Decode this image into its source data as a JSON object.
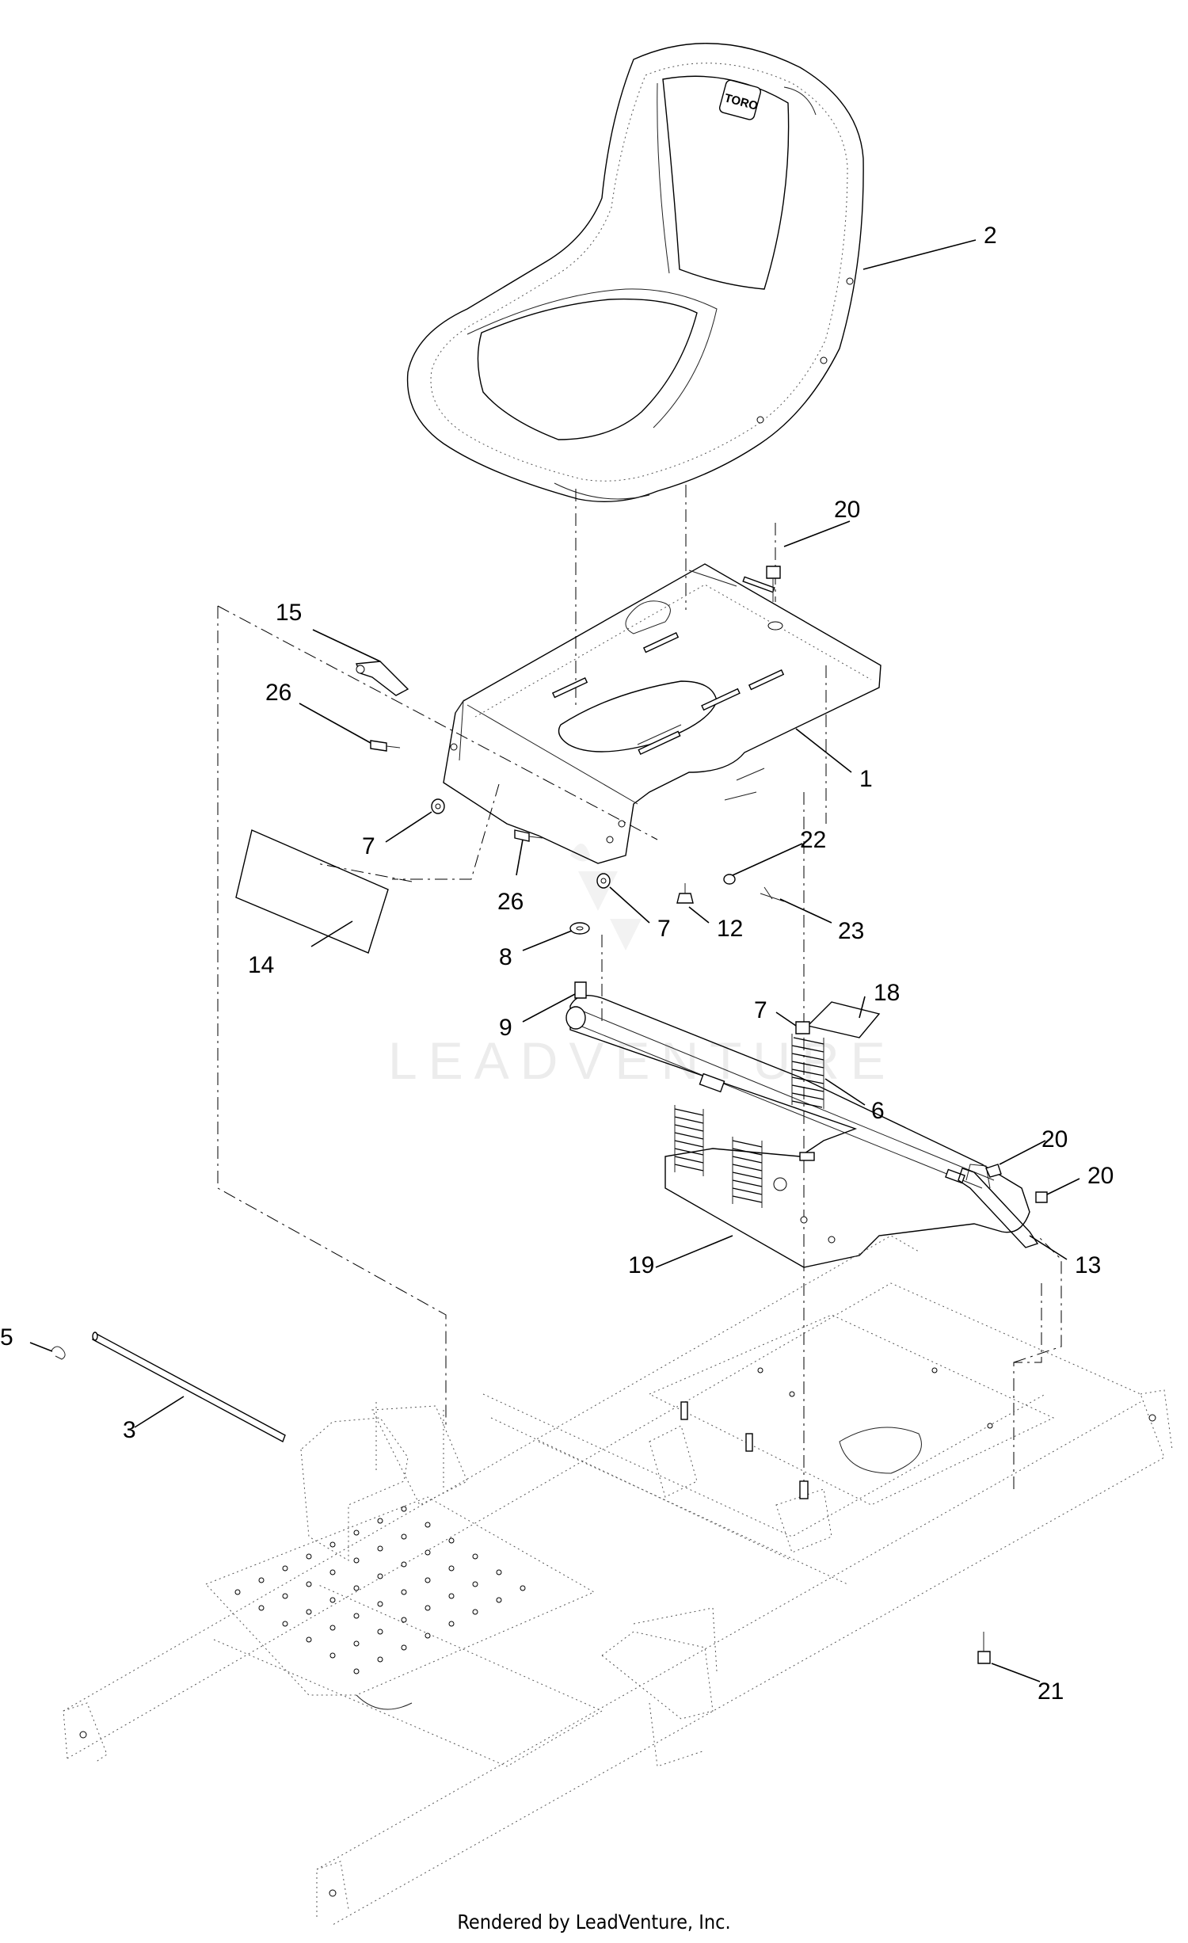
{
  "callouts": {
    "c1": "1",
    "c2": "2",
    "c3": "3",
    "c5": "5",
    "c6": "6",
    "c7a": "7",
    "c7b": "7",
    "c7c": "7",
    "c8": "8",
    "c9": "9",
    "c12": "12",
    "c13": "13",
    "c14": "14",
    "c15": "15",
    "c18": "18",
    "c19": "19",
    "c20a": "20",
    "c20b": "20",
    "c20c": "20",
    "c21": "21",
    "c22": "22",
    "c23": "23",
    "c26a": "26",
    "c26b": "26"
  },
  "seat_badge": "TORO",
  "watermark": "LEADVENTURE",
  "footer": "Rendered by LeadVenture, Inc."
}
